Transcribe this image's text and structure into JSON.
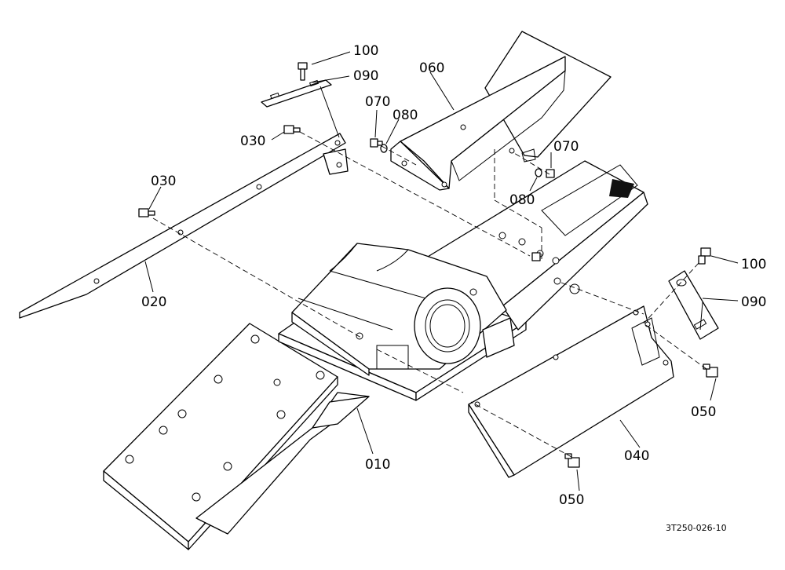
{
  "callouts": [
    {
      "id": "100a",
      "text": "100"
    },
    {
      "id": "090a",
      "text": "090"
    },
    {
      "id": "060",
      "text": "060"
    },
    {
      "id": "070a",
      "text": "070"
    },
    {
      "id": "080a",
      "text": "080"
    },
    {
      "id": "030a",
      "text": "030"
    },
    {
      "id": "030b",
      "text": "030"
    },
    {
      "id": "070b",
      "text": "070"
    },
    {
      "id": "080b",
      "text": "080"
    },
    {
      "id": "020",
      "text": "020"
    },
    {
      "id": "100b",
      "text": "100"
    },
    {
      "id": "090b",
      "text": "090"
    },
    {
      "id": "050a",
      "text": "050"
    },
    {
      "id": "010",
      "text": "010"
    },
    {
      "id": "040",
      "text": "040"
    },
    {
      "id": "050b",
      "text": "050"
    }
  ],
  "drawing_number": "3T250-026-10"
}
